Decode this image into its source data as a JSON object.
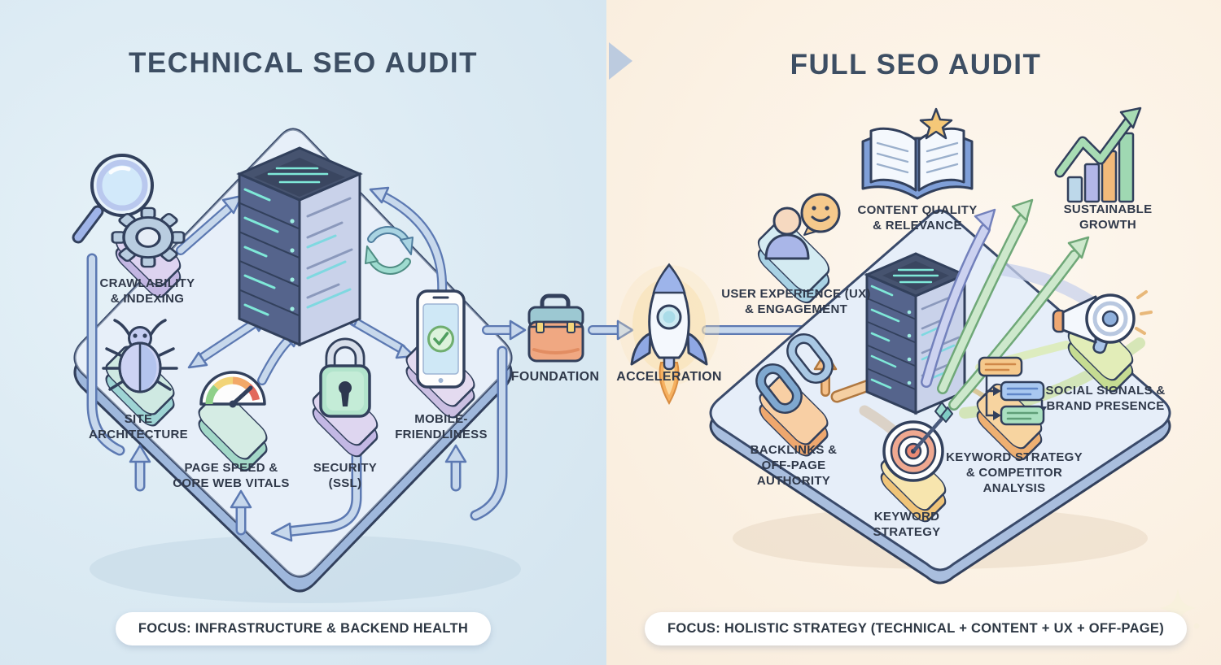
{
  "palette": {
    "left_bg": "#dbeaf3",
    "right_bg": "#fbf1e3",
    "title_color": "#3d4e63",
    "label_color": "#30394a",
    "outline": "#32405c",
    "arrow_blue": "#5c79b2",
    "arrow_green": "#6fa878",
    "accent_orange": "#f0a872",
    "pill_bg": "#ffffff"
  },
  "left_panel": {
    "title": "TECHNICAL SEO AUDIT",
    "focus": "FOCUS: INFRASTRUCTURE & BACKEND HEALTH",
    "nodes": {
      "crawlability": {
        "label": "CRAWLABILITY\n& INDEXING",
        "icons": [
          "magnifier-icon",
          "gear-icon"
        ]
      },
      "site_architecture": {
        "label": "SITE\nARCHITECTURE",
        "icon": "bug-icon"
      },
      "page_speed": {
        "label": "PAGE SPEED &\nCORE WEB VITALS",
        "icon": "speedometer-icon"
      },
      "security": {
        "label": "SECURITY\n(SSL)",
        "icon": "lock-icon"
      },
      "mobile": {
        "label": "MOBILE-\nFRIENDLINESS",
        "icon": "smartphone-icon"
      },
      "server": {
        "icon": "server-icon"
      },
      "sync": {
        "icon": "sync-arrows-icon"
      }
    }
  },
  "bridge": {
    "foundation": {
      "label": "FOUNDATION",
      "icon": "toolbox-icon"
    },
    "acceleration": {
      "label": "ACCELERATION",
      "icon": "rocket-icon"
    }
  },
  "right_panel": {
    "title": "FULL SEO AUDIT",
    "focus": "FOCUS: HOLISTIC STRATEGY (TECHNICAL + CONTENT + UX + OFF-PAGE)",
    "nodes": {
      "user_experience": {
        "label": "USER EXPERIENCE (UX)\n& ENGAGEMENT",
        "icon": "person-chat-icon"
      },
      "content_quality": {
        "label": "CONTENT QUALITY\n& RELEVANCE",
        "icon": "open-book-star-icon"
      },
      "sustainable_growth": {
        "label": "SUSTAINABLE\nGROWTH",
        "icon": "growth-chart-icon"
      },
      "social_signals": {
        "label": "SOCIAL SIGNALS &\nBRAND PRESENCE",
        "icon": "megaphone-icon"
      },
      "backlinks": {
        "label": "BACKLINKS &\nOFF-PAGE\nAUTHORITY",
        "icon": "chain-links-icon"
      },
      "keyword_strategy": {
        "label": "KEYWORD\nSTRATEGY",
        "icon": "target-dart-icon"
      },
      "competitor_analysis": {
        "label": "KEYWORD STRATEGY\n& COMPETITOR\nANALYSIS",
        "icon": "flowchart-icon"
      },
      "server": {
        "icon": "server-icon"
      }
    }
  }
}
